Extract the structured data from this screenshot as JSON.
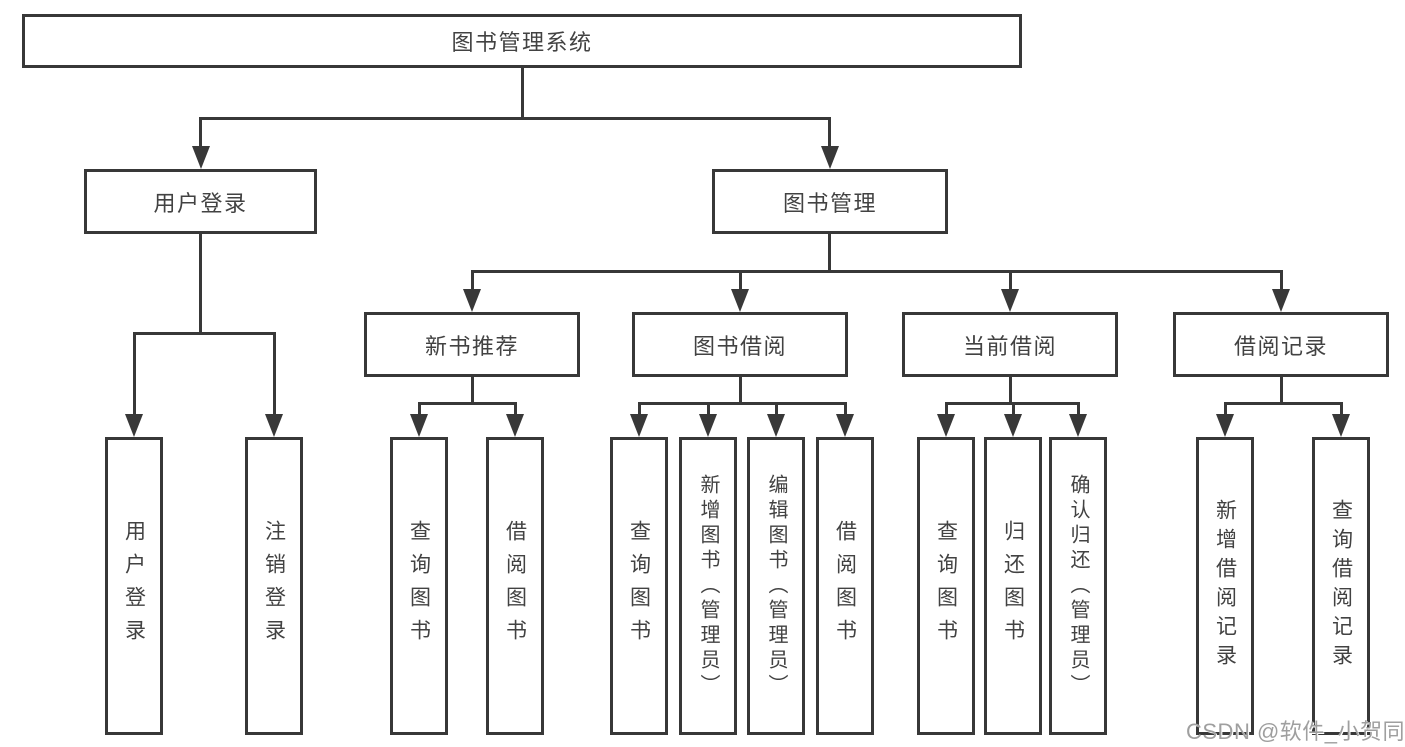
{
  "colors": {
    "line": "#383838",
    "text": "#424242",
    "bg": "#ffffff",
    "watermark": "#9f9f9f"
  },
  "watermark": {
    "text": "CSDN @软件_小贺同学"
  },
  "tree": {
    "root": {
      "label": "图书管理系统"
    },
    "branches": [
      {
        "label": "用户登录",
        "children": [
          {
            "label": "用户登录"
          },
          {
            "label": "注销登录"
          }
        ]
      },
      {
        "label": "图书管理",
        "children": [
          {
            "label": "新书推荐",
            "children": [
              {
                "label": "查询图书"
              },
              {
                "label": "借阅图书"
              }
            ]
          },
          {
            "label": "图书借阅",
            "children": [
              {
                "label": "查询图书"
              },
              {
                "label": "新增图书（管理员）"
              },
              {
                "label": "编辑图书（管理员）"
              },
              {
                "label": "借阅图书"
              }
            ]
          },
          {
            "label": "当前借阅",
            "children": [
              {
                "label": "查询图书"
              },
              {
                "label": "归还图书"
              },
              {
                "label": "确认归还（管理员）"
              }
            ]
          },
          {
            "label": "借阅记录",
            "children": [
              {
                "label": "新增借阅记录"
              },
              {
                "label": "查询借阅记录"
              }
            ]
          }
        ]
      }
    ]
  }
}
